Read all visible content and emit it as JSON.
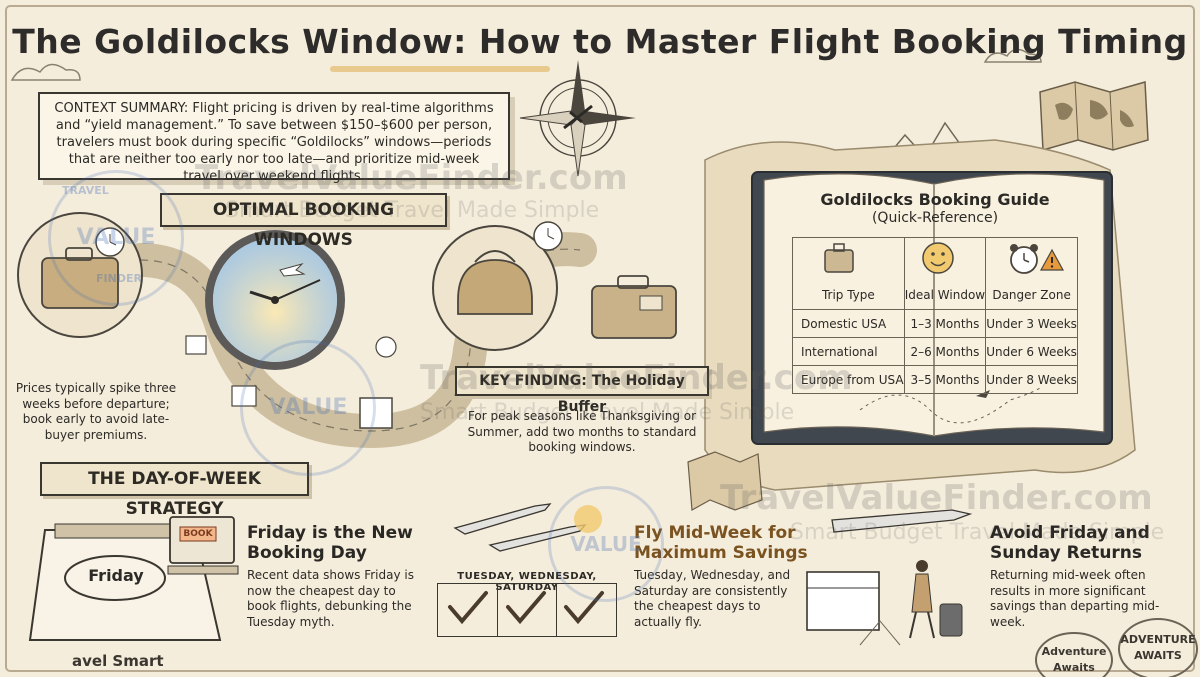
{
  "title": {
    "main": "The Goldilocks Window: How to Master Flight Booking Timing"
  },
  "context": {
    "text": "CONTEXT SUMMARY: Flight pricing is driven by real-time algorithms and “yield management.” To save between $150–$600 per person, travelers must book during specific “Goldilocks” windows—periods that are neither too early nor too late—and prioritize mid-week travel over weekend flights."
  },
  "optimal": {
    "banner": "OPTIMAL BOOKING WINDOWS",
    "note": "Prices typically spike three weeks before departure; book early to avoid late-buyer premiums."
  },
  "key_finding": {
    "banner": "KEY FINDING: The Holiday Buffer",
    "text": "For peak seasons like Thanksgiving or Summer, add two months to standard booking windows."
  },
  "guide": {
    "title": "Goldilocks Booking Guide",
    "subtitle": "(Quick-Reference)",
    "headers": [
      "Trip Type",
      "Ideal Window",
      "Danger Zone"
    ],
    "rows": [
      [
        "Domestic USA",
        "1–3 Months",
        "Under 3 Weeks"
      ],
      [
        "International",
        "2–6 Months",
        "Under 6 Weeks"
      ],
      [
        "Europe from USA",
        "3–5 Months",
        "Under 8 Weeks"
      ]
    ]
  },
  "dow": {
    "banner": "THE DAY-OF-WEEK STRATEGY",
    "calendar_label": "Friday",
    "screen_label": "BOOK"
  },
  "friday": {
    "heading": "Friday is the New Booking Day",
    "text": "Recent data shows Friday is now the cheapest day to book flights, debunking the Tuesday myth."
  },
  "midweek": {
    "days_label": "TUESDAY, WEDNESDAY, SATURDAY",
    "heading": "Fly Mid-Week for Maximum Savings",
    "text": "Tuesday, Wednesday, and Saturday are consistently the cheapest days to actually fly."
  },
  "avoid": {
    "heading": "Avoid Friday and Sunday Returns",
    "text": "Returning mid-week often results in more significant savings than departing mid-week."
  },
  "watermark": {
    "brand": "TravelValueFinder.com",
    "tagline": "Smart Budget Travel Made Simple",
    "seal_top": "TRAVEL",
    "seal_mid": "VALUE",
    "seal_bottom": "FINDER"
  },
  "stamps": {
    "left_partial": "avel Smart",
    "adventure": "Adventure Awaits",
    "adventure_caps": "ADVENTURE AWAITS"
  },
  "colors": {
    "paper": "#f5eddc",
    "ink": "#2c2a26",
    "accent_gold": "#e6c07a",
    "accent_brown": "#7a5320",
    "watermark_blue": "#466eb4"
  }
}
